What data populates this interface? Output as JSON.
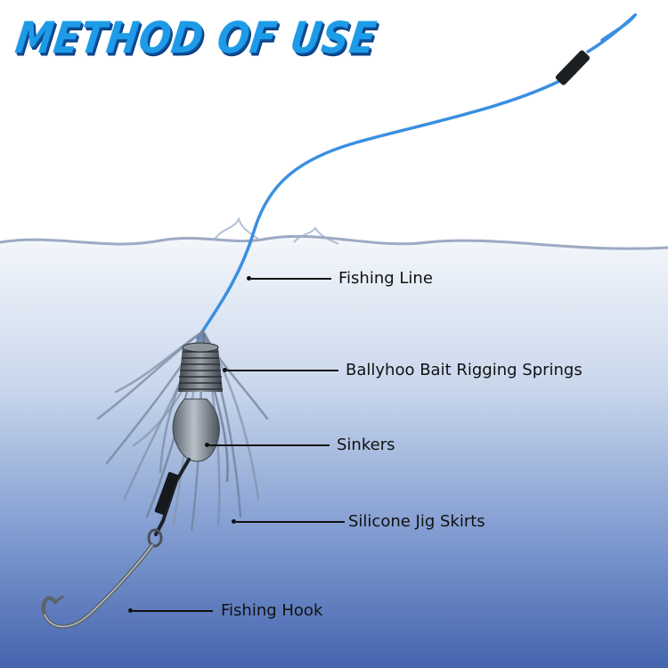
{
  "title": "METHOD OF USE",
  "colors": {
    "title": "#1e9be8",
    "title_shadow": "#0d4f9c",
    "fishing_line": "#3a8fe0",
    "water_top": "#f2f6fb",
    "water_bottom": "#4567b0",
    "label_text": "#111111"
  },
  "callouts": [
    {
      "id": "fishing-line",
      "label": "Fishing Line"
    },
    {
      "id": "springs",
      "label": "Ballyhoo Bait Rigging Springs"
    },
    {
      "id": "sinkers",
      "label": "Sinkers"
    },
    {
      "id": "jig-skirts",
      "label": "Silicone Jig Skirts"
    },
    {
      "id": "fishing-hook",
      "label": "Fishing Hook"
    }
  ]
}
